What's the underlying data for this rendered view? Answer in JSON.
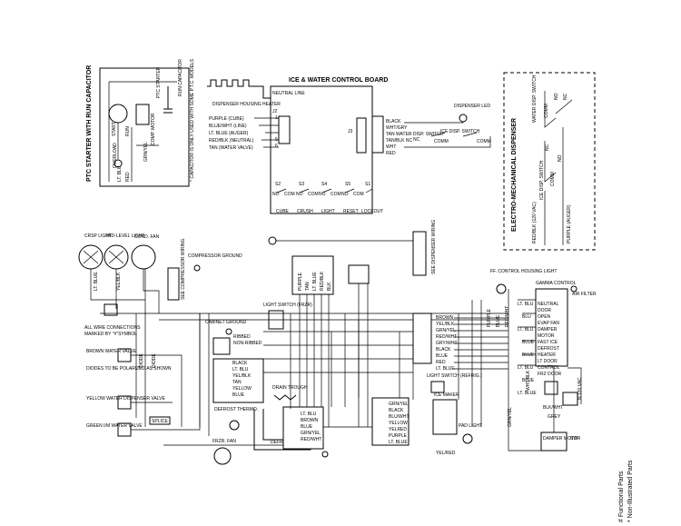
{
  "ptc": {
    "title": "PTC STARTER WITH RUN CAPACITOR",
    "note": "* CAPACITOR IS ONLY USED WITH SOME P.T.C. MODELS",
    "run_capacitor": "RUN CAPACITOR",
    "ptc_starter": "PTC STARTER",
    "comp_motor": "COMP. MOTOR",
    "start": "START",
    "run": "RUN",
    "overload": "OVERLOAD",
    "red": "RED",
    "lt_blu": "LT. BLU",
    "grn_yel": "GRN/YEL"
  },
  "ice_board": {
    "title": "ICE & WATER CONTROL BOARD",
    "heater": "DISPENSER HOUSING HEATER",
    "neutral_line": "NEUTRAL LINE",
    "j2": "J2",
    "j3": "J3",
    "j1": "J1",
    "j7": "J7",
    "pin1": "1",
    "pin5": "5",
    "pin6": "6",
    "leds": [
      "CUBE",
      "CRUSH",
      "LIGHT",
      "RESET",
      "LOCKOUT"
    ],
    "switches": [
      "S2",
      "S3",
      "S4",
      "S5",
      "S1"
    ],
    "no": "NO",
    "com": "COM",
    "inputs": [
      "PURPLE (CUBE)",
      "BLUE/WHT (LINE)",
      "LT. BLUE (AUGER)",
      "RED/BLK (NEUTRAL)",
      "TAN (WATER VALVE)"
    ],
    "outputs": [
      "BLK",
      "WHT/GRY",
      "TAN",
      "TAN/BLK",
      "WHT",
      "RED"
    ],
    "output_desc": [
      "BLACK",
      "WHT/GRY",
      "TAN  WATER DISP. SWITCH",
      "TAN/BLK   NC",
      "WHT",
      "RED"
    ],
    "dispenser_led": "DISPENSER LED",
    "ice_disp_switch": "ICE DISP. SWITCH",
    "comm": "COMM",
    "nc": "NC"
  },
  "electro": {
    "title": "ELECTRO-MECHANICAL DISPENSER",
    "water_disp_switch": "WATER DISP. SWITCH",
    "ice_disp_switch": "ICE DISP. SWITCH",
    "comm": "COMM",
    "no": "NO",
    "nc": "NC",
    "red_blk": "RED/BLK (120 VAC)",
    "purple": "PURPLE (AUGER)"
  },
  "main": {
    "order_light": "CRSP LIGHT",
    "mid_level_light": "MID-LEVEL LIGHT",
    "cond_fan": "COND. FAN",
    "compressor_ground": "COMPRESSOR GROUND",
    "see_compressor_wiring": "SEE COMPRESSOR WIRING",
    "lt_blue": "LT. BLUE",
    "yel_blk": "YEL/BLK",
    "all_wire": "ALL WIRE CONNECTIONS",
    "marked_by": "MARKED BY \"#\"SYMBOL",
    "brown_water_valve": "BROWN WATER VALVE",
    "diodes": "DIODES TO BE POLARIZED AS SHOWN",
    "yellow_water_valve": "YELLOW WATER DISPENSER VALVE",
    "green_im_valve": "GREEN I/M WATER VALVE",
    "splice": "SPLICE",
    "diode": "DIODE",
    "cabinet_ground": "CABINET GROUND",
    "ribbed": "RIBBED",
    "non_ribbed": "NON-RIBBED",
    "light_switch_frzr": "LIGHT SWITCH (FRZR)",
    "wire_colors_mid": [
      "BLACK",
      "LT. BLU",
      "YEL/BLK",
      "TAN",
      "YELLOW",
      "BLUE"
    ],
    "defrost_thermo": "DEFROST THERMO.",
    "drain_trough": "DRAIN TROUGH",
    "frzr_fan": "FRZR. FAN",
    "defrost_heater": "DEFROST HEATER",
    "see_dispenser": "SEE DISPENSER WIRING",
    "purple": "PURPLE",
    "tan": "TAN",
    "lt_blue_s": "LT. BLUE",
    "red_blk": "RED/BLK",
    "blk": "BLK",
    "wire_colors_right": [
      "BROWN",
      "YEL/BLK",
      "GRN/YEL",
      "RED/WHT",
      "GRY/WHT",
      "BLACK",
      "BLUE",
      "RED",
      "LT. BLUE"
    ],
    "light_switch_refrig": "LIGHT SWITCH (REFRIG.)",
    "lower_colors_left": [
      "LT. BLU",
      "BROWN",
      "BLUE",
      "GRN/YEL",
      "RED/WHT"
    ],
    "lower_colors_mid": [
      "GRN/YEL",
      "BLACK",
      "BLU/WHT",
      "YELLOW",
      "YELRED",
      "PURPLE",
      "LT. BLUE"
    ],
    "ice_maker": "ICE MAKER",
    "pad_light": "PAD LIGHT",
    "yel_red": "YEL/RED",
    "ff_control": "FF. CONTROL HOUSING LIGHT",
    "gamma_control": "GAMMA CONTROL",
    "air_filter": "AIR FILTER",
    "gamma_pins": [
      "NEUTRAL",
      "DOOR",
      "OPEN",
      "EVAP FAN",
      "DAMPER",
      "MOTOR",
      "FAST ICE",
      "DEFROST",
      "HEATER",
      "LT DOOR",
      "CONTROL",
      "FRZ DOOR"
    ],
    "gamma_wires": [
      "LT. BLU",
      "BLU",
      "LT. BLU",
      "BLUE",
      "BLUE",
      "LT. BLU",
      "BLUE",
      "LT. BLUE"
    ],
    "damper_motor": "DAMPER MOTOR",
    "grey": "GREY",
    "blk_wht": "BLK/WHT",
    "vac": "N 120 VAC",
    "sw": "SW",
    "ff_wires": [
      "RED/WHT",
      "BLUE",
      "PURPLE"
    ],
    "grn_yel": "GRN/YEL",
    "wht_blk": "WHT/BLK"
  },
  "legend": {
    "functional": "# Functional Parts",
    "non_illustrated": "* Non-Illustrated Parts"
  }
}
